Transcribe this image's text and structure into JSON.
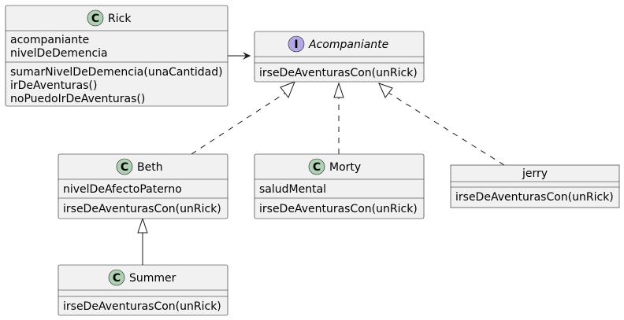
{
  "diagram": {
    "classes": {
      "rick": {
        "stereotype": "C",
        "name": "Rick",
        "attributes": [
          "acompaniante",
          "nivelDeDemencia"
        ],
        "methods": [
          "sumarNivelDeDemencia(unaCantidad)",
          "irDeAventuras()",
          "noPuedoIrDeAventuras()"
        ]
      },
      "acompaniante": {
        "stereotype": "I",
        "name": "Acompaniante",
        "attributes": [],
        "methods": [
          "irseDeAventurasCon(unRick)"
        ]
      },
      "beth": {
        "stereotype": "C",
        "name": "Beth",
        "attributes": [
          "nivelDeAfectoPaterno"
        ],
        "methods": [
          "irseDeAventurasCon(unRick)"
        ]
      },
      "morty": {
        "stereotype": "C",
        "name": "Morty",
        "attributes": [
          "saludMental"
        ],
        "methods": [
          "irseDeAventurasCon(unRick)"
        ]
      },
      "jerry": {
        "name": "jerry",
        "attributes": [],
        "methods": [
          "irseDeAventurasCon(unRick)"
        ]
      },
      "summer": {
        "stereotype": "C",
        "name": "Summer",
        "attributes": [],
        "methods": [
          "irseDeAventurasCon(unRick)"
        ]
      }
    },
    "colors": {
      "box_fill": "#f1f1f1",
      "box_stroke": "#181818",
      "class_badge": "#add1b2",
      "interface_badge": "#b4a7e5"
    },
    "relations": [
      {
        "from": "rick",
        "to": "acompaniante",
        "type": "association"
      },
      {
        "from": "beth",
        "to": "acompaniante",
        "type": "realization"
      },
      {
        "from": "morty",
        "to": "acompaniante",
        "type": "realization"
      },
      {
        "from": "jerry",
        "to": "acompaniante",
        "type": "realization"
      },
      {
        "from": "summer",
        "to": "beth",
        "type": "generalization"
      }
    ]
  }
}
